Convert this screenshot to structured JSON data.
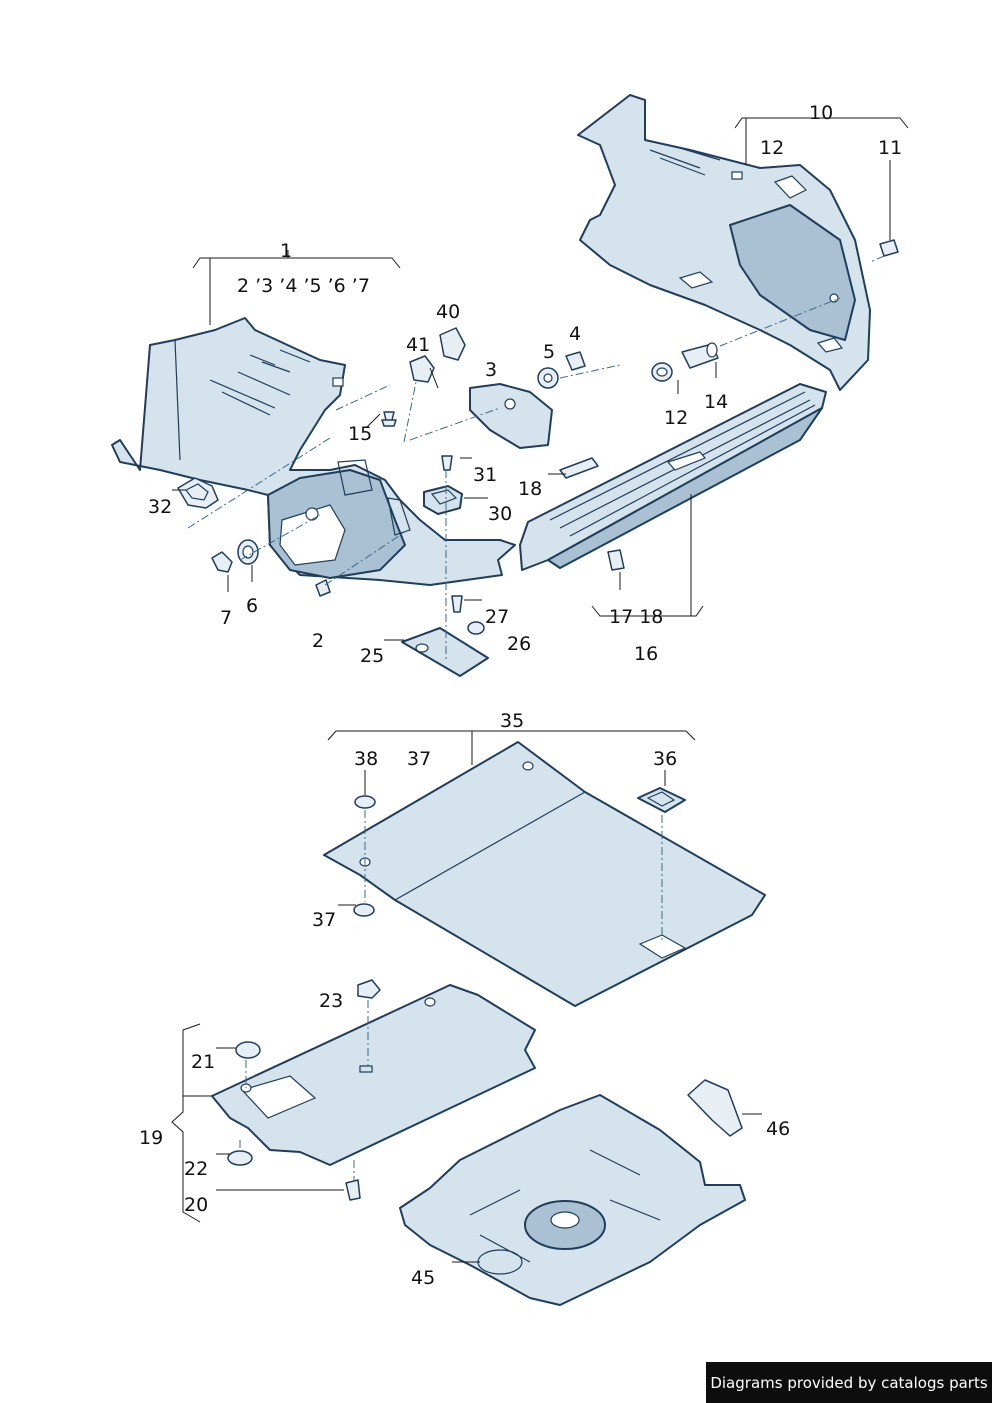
{
  "callouts": {
    "c1": "1",
    "c1_sub": "2 ’3 ’4 ’5 ’6 ’7",
    "c2": "2",
    "c3": "3",
    "c4": "4",
    "c5": "5",
    "c6": "6",
    "c7": "7",
    "c10": "10",
    "c11": "11",
    "c12a": "12",
    "c12b": "12",
    "c14": "14",
    "c15": "15",
    "c16": "16",
    "c17_18": "17 18",
    "c18": "18",
    "c19": "19",
    "c20": "20",
    "c21": "21",
    "c22": "22",
    "c23": "23",
    "c25": "25",
    "c26": "26",
    "c27": "27",
    "c30": "30",
    "c31": "31",
    "c32": "32",
    "c35": "35",
    "c36": "36",
    "c37a": "37",
    "c37b": "37",
    "c38": "38",
    "c40": "40",
    "c41": "41",
    "c45": "45",
    "c46": "46"
  },
  "footer": {
    "text": "Diagrams provided by catalogs parts"
  },
  "colors": {
    "part_fill": "#d5e3ec",
    "part_stroke": "#1f3e5c",
    "footer_bg": "#0d0d0d"
  }
}
